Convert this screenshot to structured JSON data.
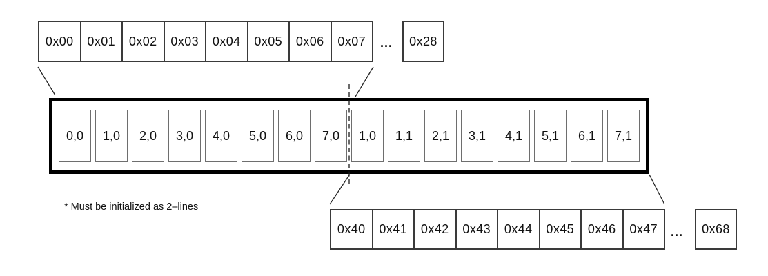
{
  "colors": {
    "background": "#ffffff",
    "thick_border": "#000000",
    "row_border": "#3a3a3a",
    "cell_border": "#6e6e6e",
    "line": "#222222",
    "text": "#111111"
  },
  "top_row": {
    "cells": [
      "0x00",
      "0x01",
      "0x02",
      "0x03",
      "0x04",
      "0x05",
      "0x06",
      "0x07"
    ],
    "ellipsis": "...",
    "last_cell": "0x28"
  },
  "main_row": {
    "cells": [
      "0,0",
      "1,0",
      "2,0",
      "3,0",
      "4,0",
      "5,0",
      "6,0",
      "7,0",
      "1,0",
      "1,1",
      "2,1",
      "3,1",
      "4,1",
      "5,1",
      "6,1",
      "7,1"
    ]
  },
  "bottom_row": {
    "cells": [
      "0x40",
      "0x41",
      "0x42",
      "0x43",
      "0x44",
      "0x45",
      "0x46",
      "0x47"
    ],
    "ellipsis": "...",
    "last_cell": "0x68"
  },
  "footnote": "* Must be initialized as 2–lines"
}
